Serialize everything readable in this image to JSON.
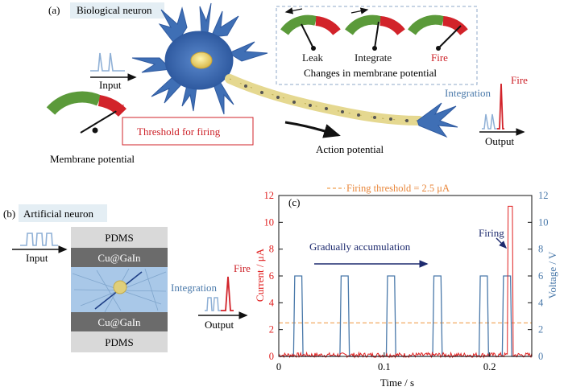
{
  "panel_a": {
    "letter": "(a)",
    "title": "Biological neuron",
    "input_label": "Input",
    "threshold_label": "Threshold for firing",
    "membrane_label": "Membrane potential",
    "gauges": [
      {
        "label": "Leak",
        "label_color": "#111111"
      },
      {
        "label": "Integrate",
        "label_color": "#111111"
      },
      {
        "label": "Fire",
        "label_color": "#cc1f26"
      }
    ],
    "changes_label": "Changes in membrane potential",
    "action_label": "Action potential",
    "integration_label": "Integration",
    "fire_label": "Fire",
    "output_label": "Output"
  },
  "panel_b": {
    "letter": "(b)",
    "title": "Artificial neuron",
    "input_label": "Input",
    "layers": [
      "PDMS",
      "Cu@GaIn",
      "Cu@GaIn",
      "PDMS"
    ],
    "integration_label": "Integration",
    "fire_label": "Fire",
    "output_label": "Output"
  },
  "colors": {
    "neuron_blue": "#3f6fb5",
    "gauge_green": "#5b9a3a",
    "gauge_red": "#d2232a",
    "current_red": "#e02020",
    "voltage_blue": "#4a79aa",
    "threshold_orange": "#f0a050",
    "arrow_navy": "#1d2a6e",
    "box_fill": "#e4eef4"
  },
  "chart_data": {
    "type": "line",
    "panel_letter": "(c)",
    "xlabel": "Time / s",
    "ylabel_left": "Current / μA",
    "ylabel_right": "Voltage / V",
    "xlim": [
      0,
      0.24
    ],
    "ylim_left": [
      0,
      12
    ],
    "ylim_right": [
      0,
      12
    ],
    "x_ticks": [
      "0",
      "0.1",
      "0.2"
    ],
    "y_ticks_left": [
      "0",
      "2",
      "4",
      "6",
      "8",
      "10",
      "12"
    ],
    "y_ticks_right": [
      "0",
      "2",
      "4",
      "6",
      "8",
      "10",
      "12"
    ],
    "threshold": {
      "value": 2.5,
      "label": "Firing threshold = 2.5 μA"
    },
    "annotations": {
      "accumulation": "Gradually accumulation",
      "firing": "Firing"
    },
    "series": [
      {
        "color": "#4a79aa",
        "axis": "right",
        "pulses": [
          [
            0.014,
            0.023
          ],
          [
            0.058,
            0.067
          ],
          [
            0.102,
            0.111
          ],
          [
            0.146,
            0.155
          ],
          [
            0.19,
            0.199
          ],
          [
            0.212,
            0.221
          ]
        ],
        "pulse_value": 6,
        "baseline": 0
      },
      {
        "color": "#e02020",
        "axis": "left",
        "spike": {
          "start": 0.217,
          "end": 0.222,
          "peak": 11.2
        },
        "baseline": 0.1
      }
    ]
  }
}
